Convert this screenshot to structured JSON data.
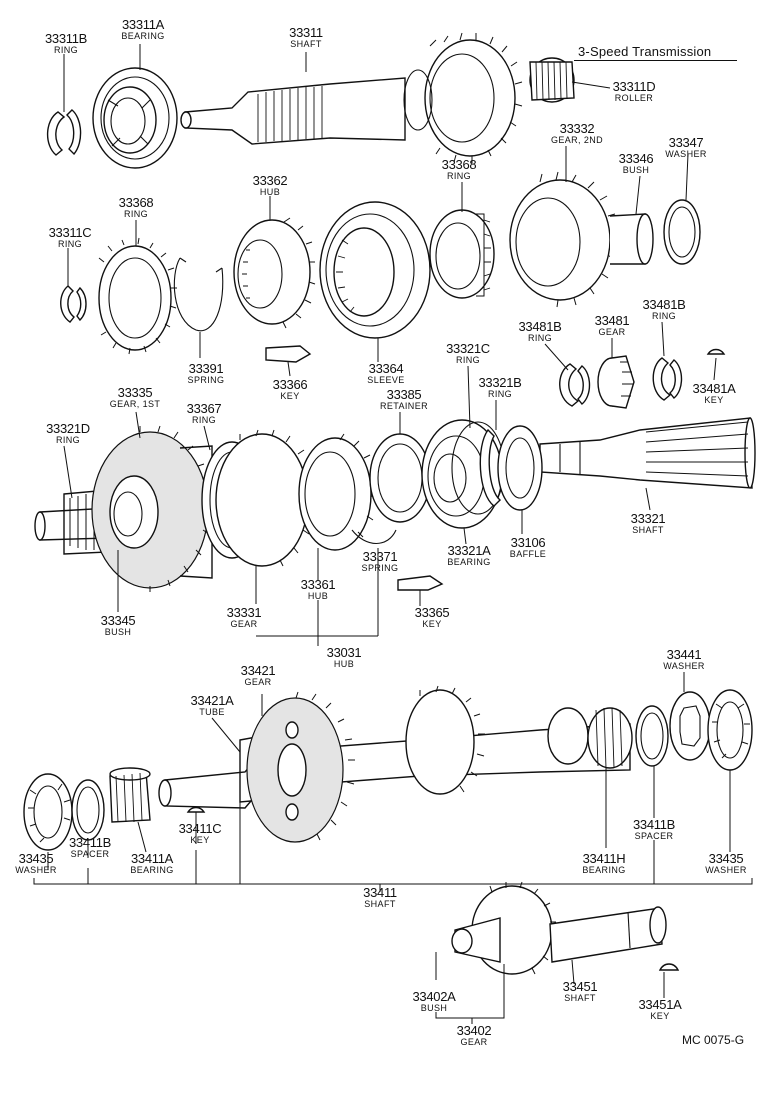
{
  "title": "3-Speed Transmission",
  "figure_code": "MC 0075-G",
  "labels": [
    {
      "number": "33311B",
      "name": "RING"
    },
    {
      "number": "33311A",
      "name": "BEARING"
    },
    {
      "number": "33311",
      "name": "SHAFT"
    },
    {
      "number": "33311D",
      "name": "ROLLER"
    },
    {
      "number": "33368",
      "name": "RING"
    },
    {
      "number": "33332",
      "name": "GEAR, 2ND"
    },
    {
      "number": "33347",
      "name": "WASHER"
    },
    {
      "number": "33346",
      "name": "BUSH"
    },
    {
      "number": "33362",
      "name": "HUB"
    },
    {
      "number": "33368",
      "name": "RING"
    },
    {
      "number": "33311C",
      "name": "RING"
    },
    {
      "number": "33391",
      "name": "SPRING"
    },
    {
      "number": "33364",
      "name": "SLEEVE"
    },
    {
      "number": "33366",
      "name": "KEY"
    },
    {
      "number": "33481B",
      "name": "RING"
    },
    {
      "number": "33481",
      "name": "GEAR"
    },
    {
      "number": "33481B",
      "name": "RING"
    },
    {
      "number": "33481A",
      "name": "KEY"
    },
    {
      "number": "33321C",
      "name": "RING"
    },
    {
      "number": "33321B",
      "name": "RING"
    },
    {
      "number": "33385",
      "name": "RETAINER"
    },
    {
      "number": "33367",
      "name": "RING"
    },
    {
      "number": "33335",
      "name": "GEAR, 1ST"
    },
    {
      "number": "33321D",
      "name": "RING"
    },
    {
      "number": "33321",
      "name": "SHAFT"
    },
    {
      "number": "33106",
      "name": "BAFFLE"
    },
    {
      "number": "33321A",
      "name": "BEARING"
    },
    {
      "number": "33371",
      "name": "SPRING"
    },
    {
      "number": "33361",
      "name": "HUB"
    },
    {
      "number": "33365",
      "name": "KEY"
    },
    {
      "number": "33331",
      "name": "GEAR"
    },
    {
      "number": "33345",
      "name": "BUSH"
    },
    {
      "number": "33031",
      "name": "HUB"
    },
    {
      "number": "33421",
      "name": "GEAR"
    },
    {
      "number": "33421A",
      "name": "TUBE"
    },
    {
      "number": "33441",
      "name": "WASHER"
    },
    {
      "number": "33411B",
      "name": "SPACER"
    },
    {
      "number": "33435",
      "name": "WASHER"
    },
    {
      "number": "33411B",
      "name": "SPACER"
    },
    {
      "number": "33411A",
      "name": "BEARING"
    },
    {
      "number": "33411C",
      "name": "KEY"
    },
    {
      "number": "33411H",
      "name": "BEARING"
    },
    {
      "number": "33435",
      "name": "WASHER"
    },
    {
      "number": "33411",
      "name": "SHAFT"
    },
    {
      "number": "33402A",
      "name": "BUSH"
    },
    {
      "number": "33451",
      "name": "SHAFT"
    },
    {
      "number": "33451A",
      "name": "KEY"
    },
    {
      "number": "33402",
      "name": "GEAR"
    }
  ]
}
